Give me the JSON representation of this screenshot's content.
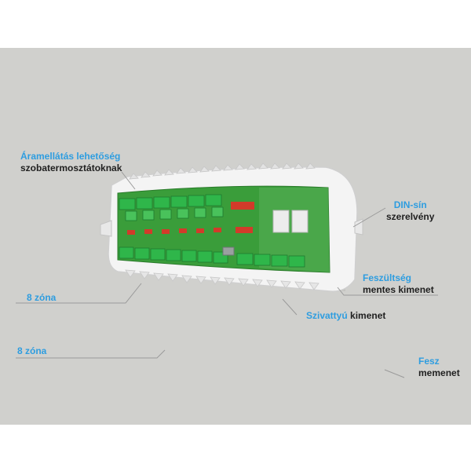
{
  "callouts": {
    "power_supply": {
      "line1": "Áramellátás lehetőség",
      "line2": "szobatermosztátoknak"
    },
    "din_rail": {
      "line1": "DIN-sín",
      "line2": "szerelvény"
    },
    "zones_top": {
      "text": "8 zóna"
    },
    "zones_bottom": {
      "text": "8 zóna"
    },
    "voltage_free": {
      "line1": "Feszültség",
      "line2": "mentes kimenet"
    },
    "pump": {
      "part1": "Szivattyú",
      "part2": "kimenet"
    },
    "partial": {
      "line1": "Fesz",
      "line2": "memenet"
    }
  },
  "colors": {
    "background": "#d0d0cd",
    "accent_blue": "#2e9de0",
    "pcb_green": "#3a9d3a",
    "terminal_green": "#2fb64a",
    "relay_red": "#d23b2a",
    "housing_white": "#f4f4f4"
  }
}
